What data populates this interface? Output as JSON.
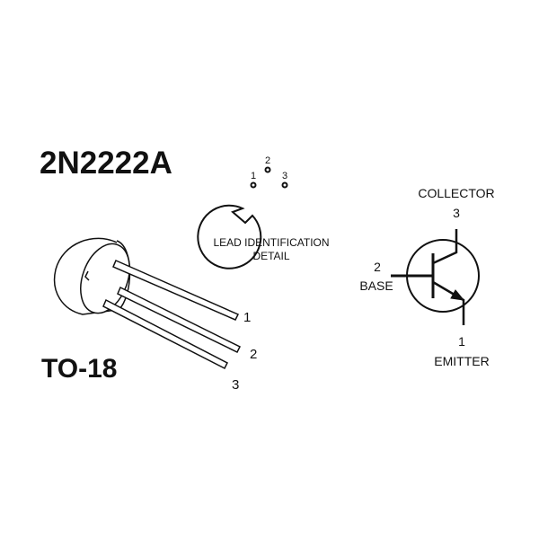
{
  "title": "2N2222A",
  "package": "TO-18",
  "lead_detail": {
    "caption_line1": "LEAD IDENTIFICATION",
    "caption_line2": "DETAIL",
    "pins": [
      "1",
      "2",
      "3"
    ]
  },
  "leads": [
    "1",
    "2",
    "3"
  ],
  "symbol": {
    "collector_label": "COLLECTOR",
    "collector_pin": "3",
    "base_label": "BASE",
    "base_pin": "2",
    "emitter_label": "EMITTER",
    "emitter_pin": "1"
  }
}
